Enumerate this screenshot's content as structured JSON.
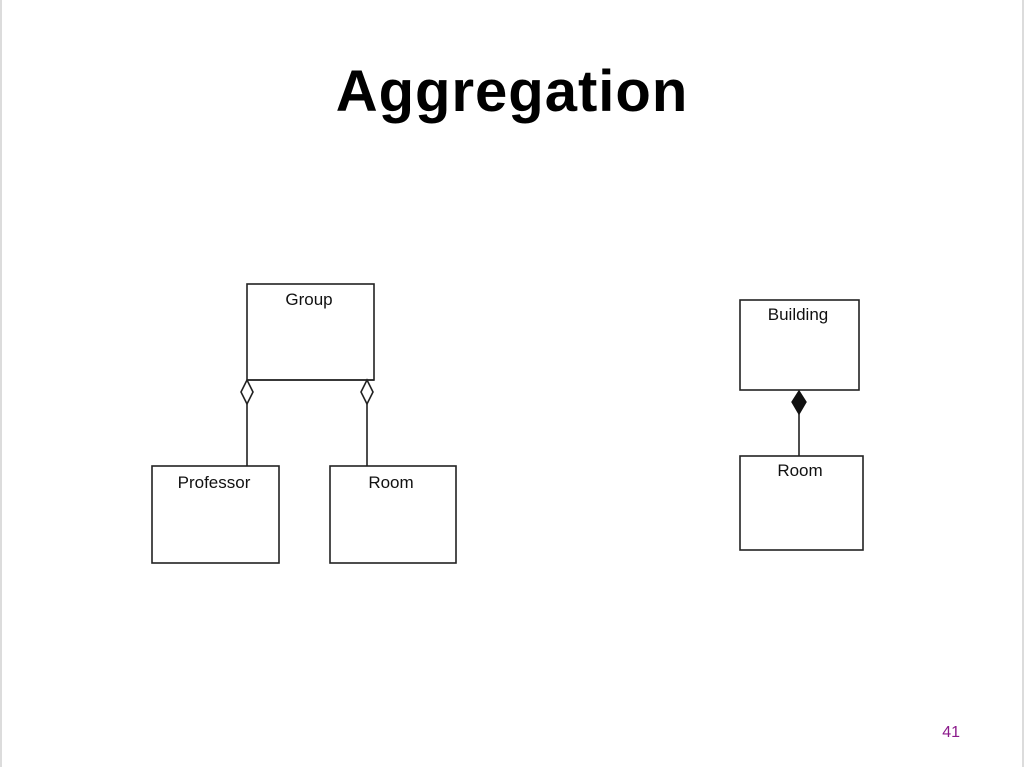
{
  "slide": {
    "title": "Aggregation",
    "page_number": "41"
  },
  "colors": {
    "title": "#000000",
    "page_number": "#8b1a8b",
    "stroke": "#222222"
  },
  "diagram": {
    "aggregation_example": {
      "whole": {
        "label": "Group"
      },
      "parts": [
        {
          "label": "Professor"
        },
        {
          "label": "Room"
        }
      ],
      "relation": "aggregation"
    },
    "composition_example": {
      "whole": {
        "label": "Building"
      },
      "part": {
        "label": "Room"
      },
      "relation": "composition"
    }
  }
}
